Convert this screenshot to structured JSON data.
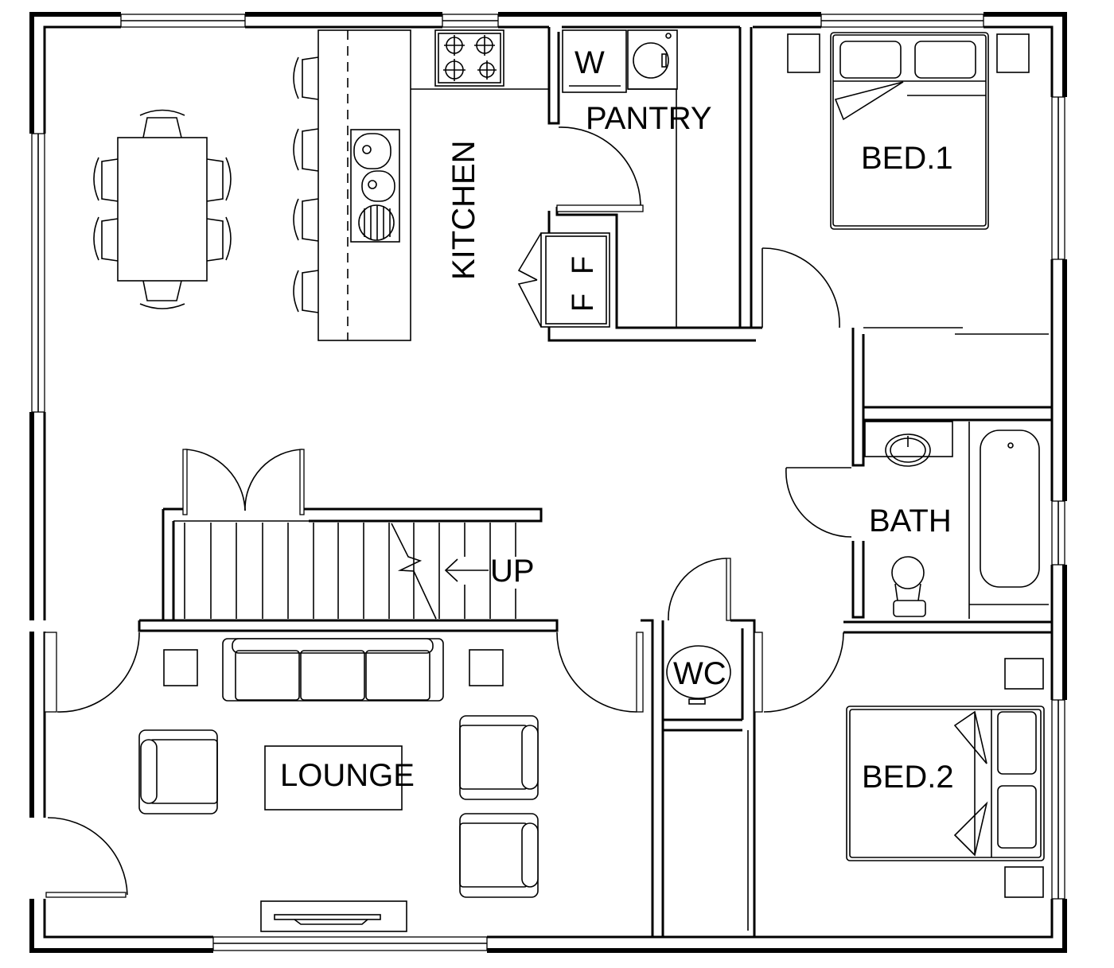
{
  "plan": {
    "rooms": {
      "kitchen": "KITCHEN",
      "pantry": "PANTRY",
      "bed1": "BED.1",
      "bed2": "BED.2",
      "bath": "BATH",
      "wc": "WC",
      "lounge": "LOUNGE"
    },
    "fixtures": {
      "washer": "W",
      "fridge_a": "F",
      "fridge_b": "F",
      "stairs": "UP"
    },
    "colors": {
      "line": "#000000",
      "background": "#ffffff"
    }
  }
}
